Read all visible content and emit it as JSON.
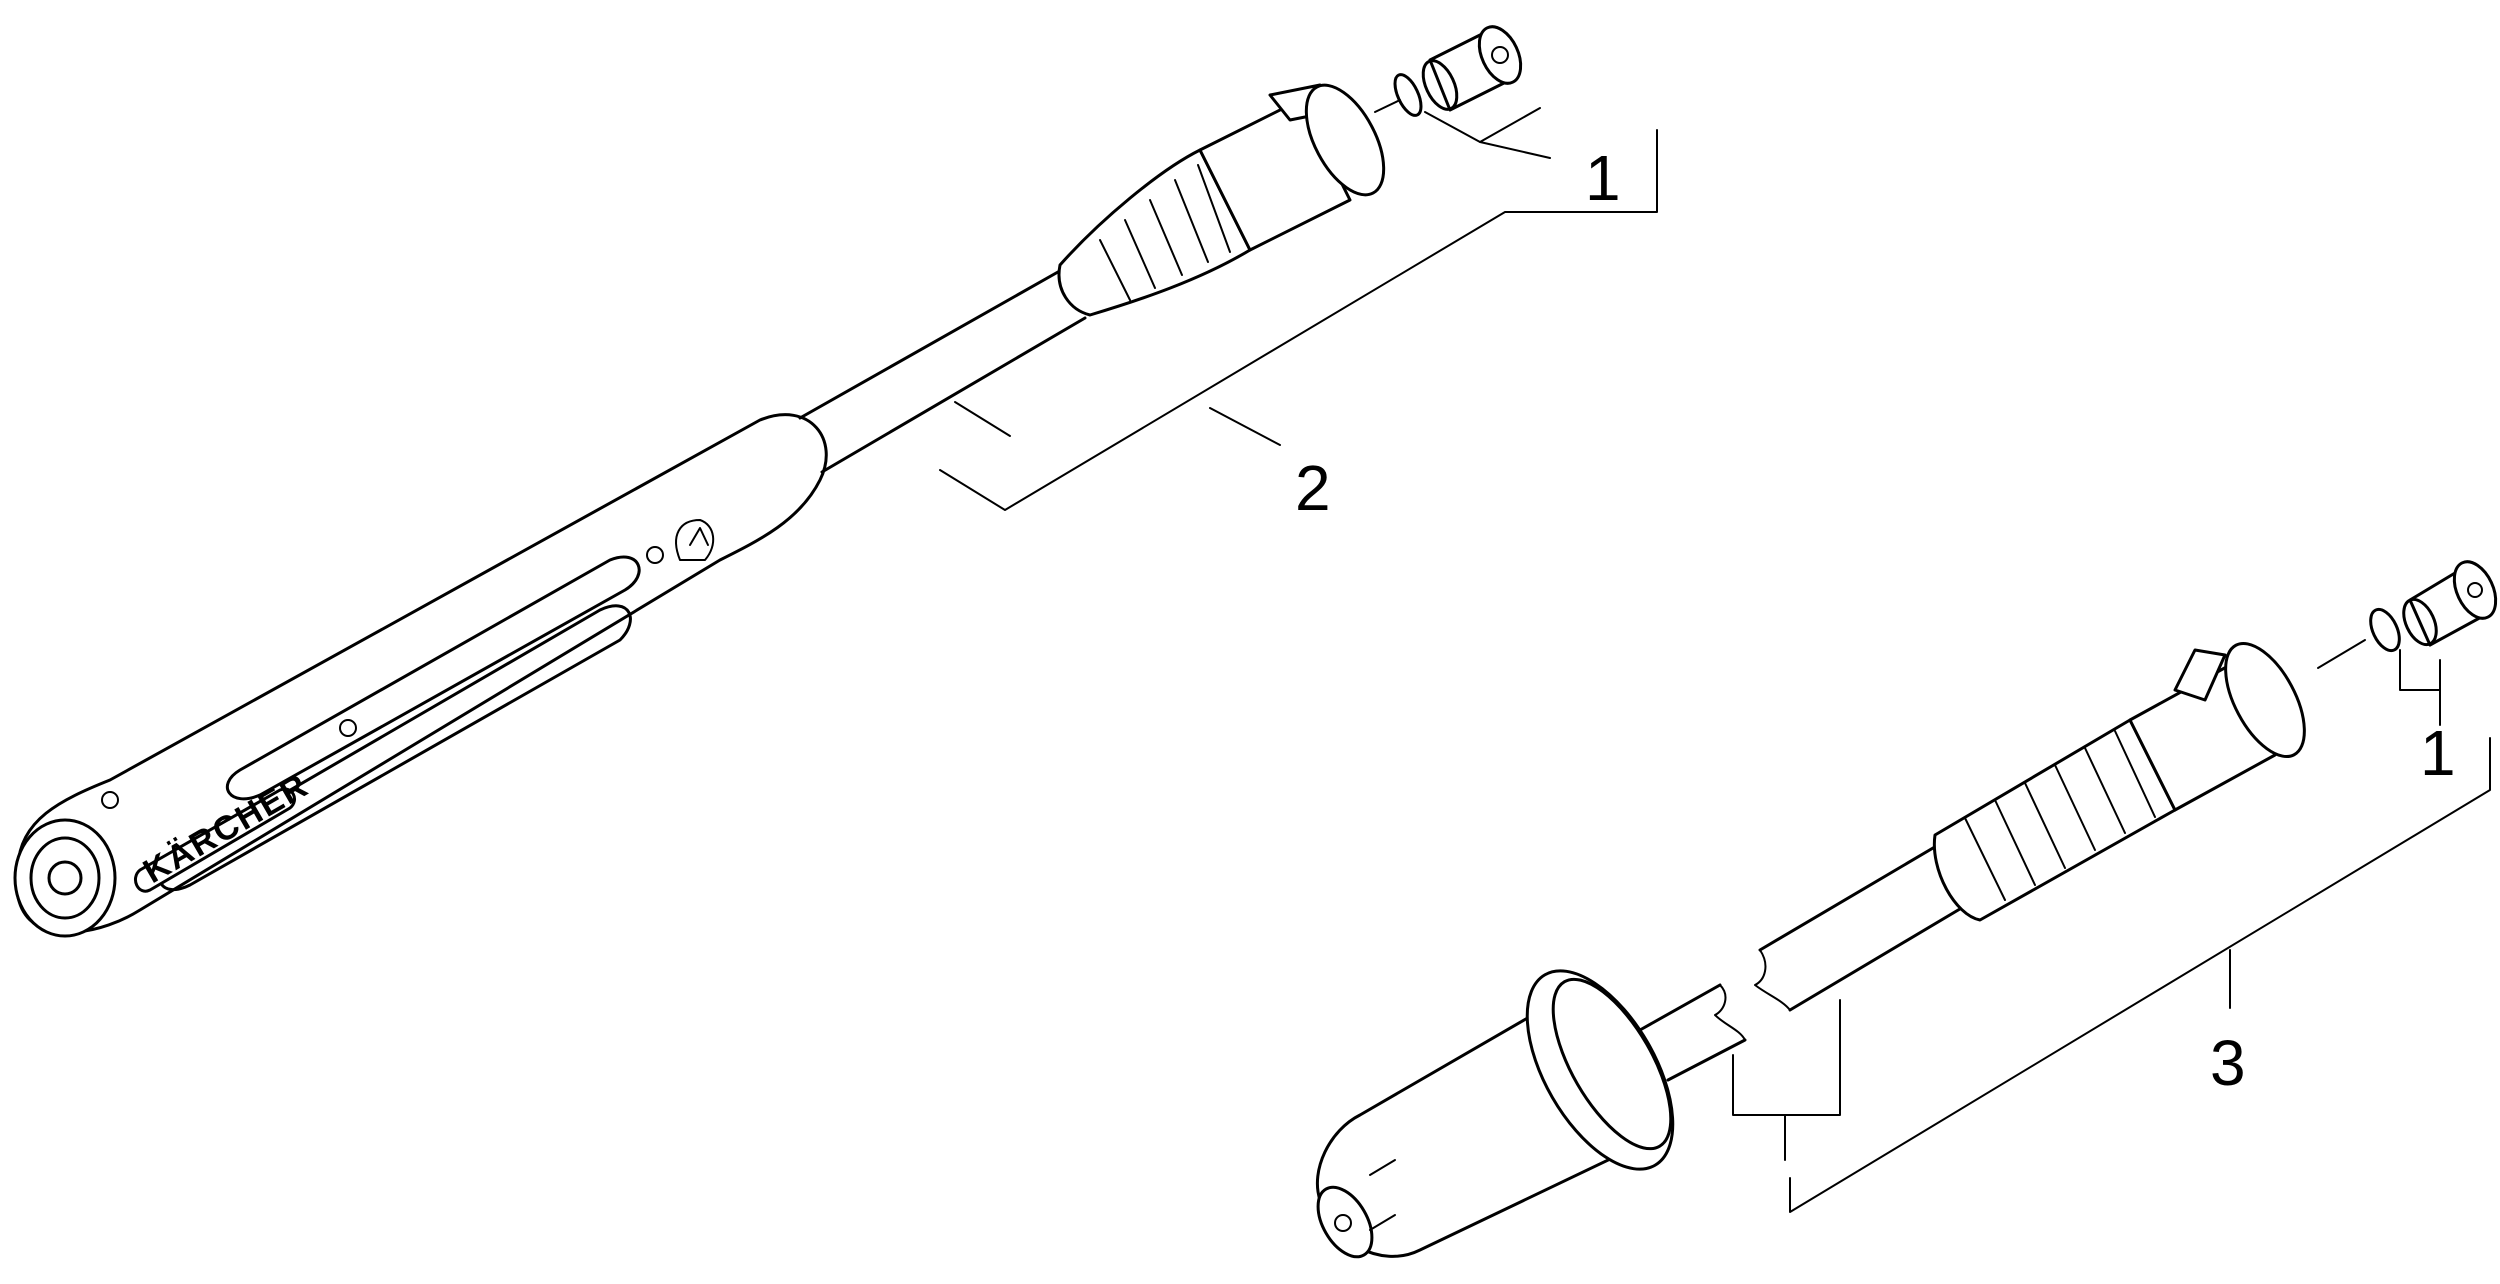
{
  "diagram": {
    "callouts": {
      "part1_top": "1",
      "part2": "2",
      "part1_bottom": "1",
      "part3": "3"
    },
    "brand_logo_text": "KÄRCHER",
    "colors": {
      "line": "#000000",
      "background": "#ffffff"
    }
  }
}
